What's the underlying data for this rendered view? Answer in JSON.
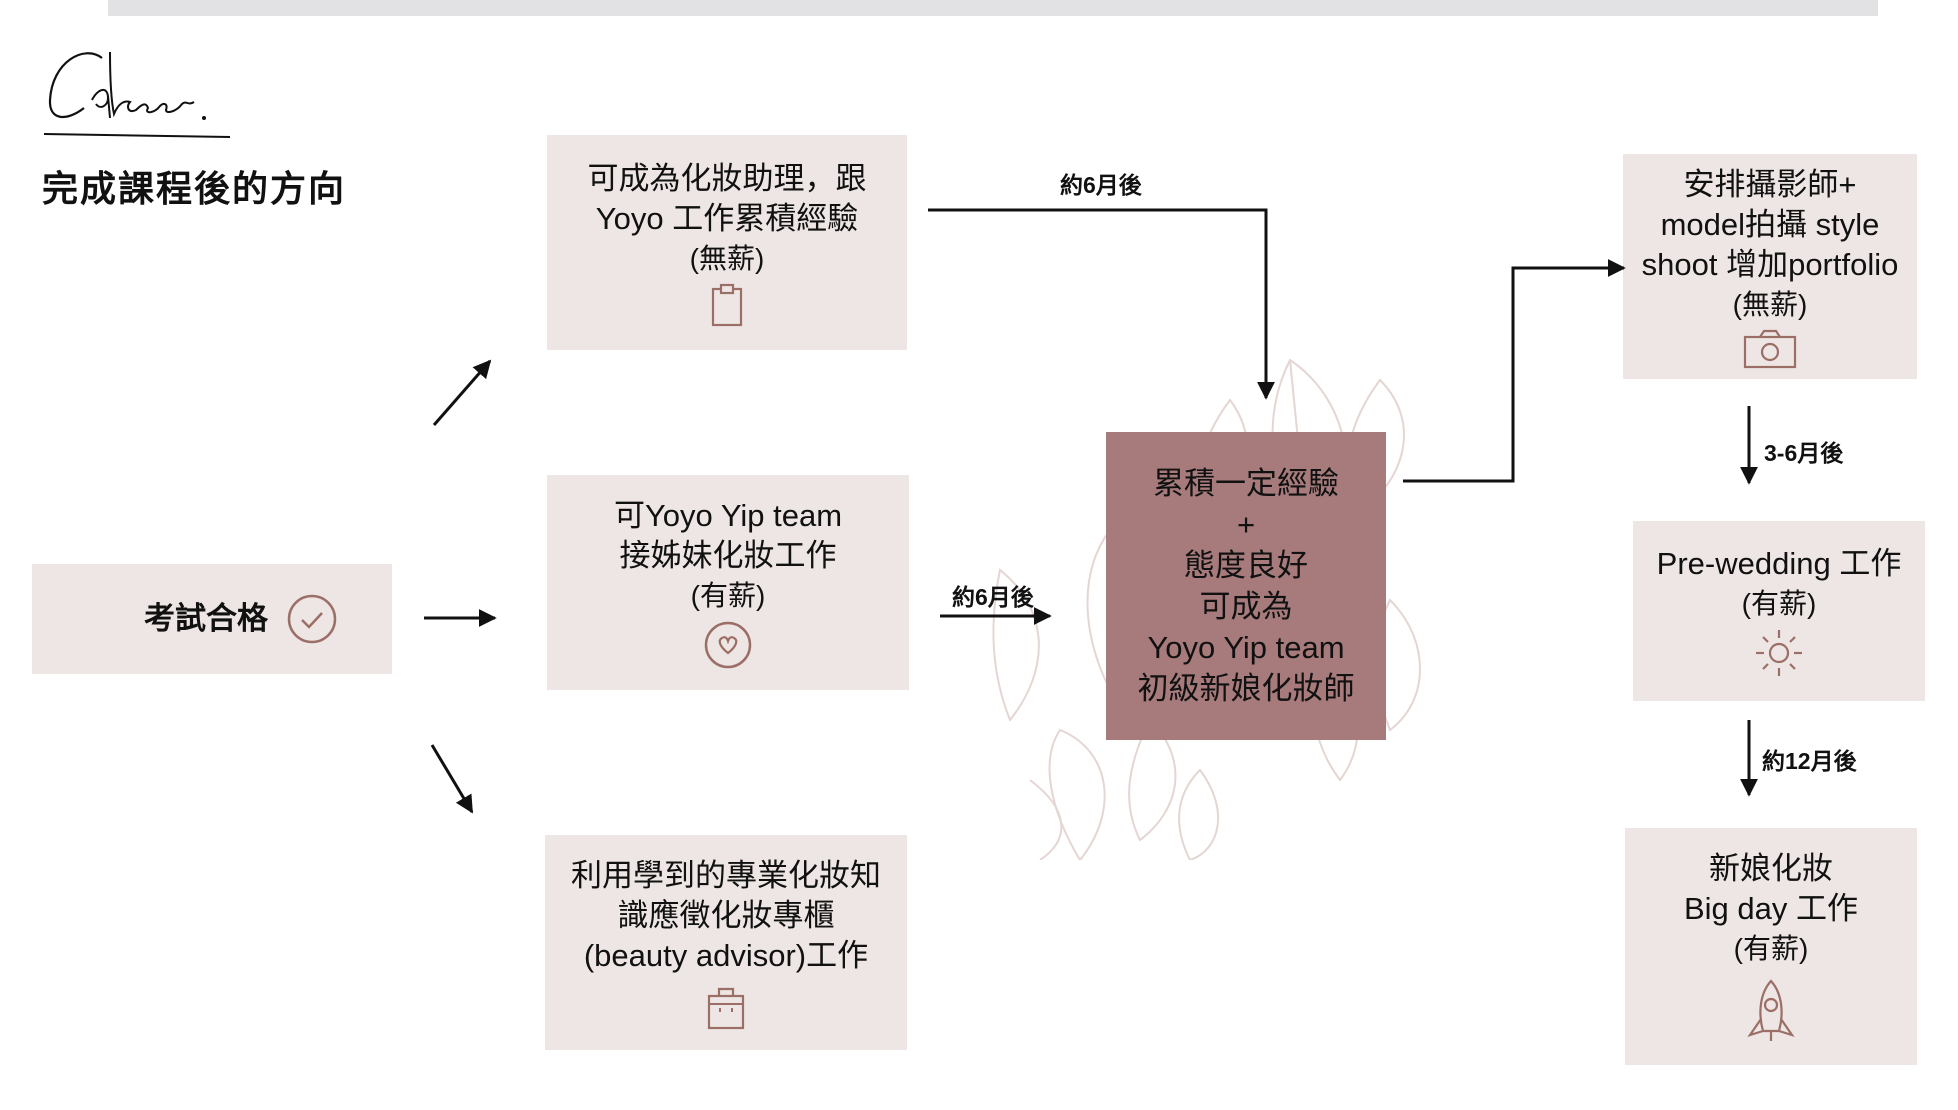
{
  "header": {
    "script_title": "Career.",
    "title": "完成課程後的方向"
  },
  "nodes": {
    "exam": {
      "label": "考試合格",
      "icon": "check-circle-icon"
    },
    "assistant": {
      "lines": [
        "可成為化妝助理，跟",
        "Yoyo 工作累積經驗",
        "(無薪)"
      ],
      "icon": "clipboard-icon"
    },
    "sister": {
      "lines": [
        "可Yoyo Yip team",
        "接姊妹化妝工作",
        "(有薪)"
      ],
      "icon": "heart-circle-icon"
    },
    "advisor": {
      "lines": [
        "利用學到的專業化妝知",
        "識應徵化妝專櫃",
        "(beauty advisor)工作"
      ],
      "icon": "shopping-bag-icon"
    },
    "junior": {
      "lines": [
        "累積一定經驗",
        "+",
        "態度良好",
        "可成為",
        "Yoyo Yip team",
        "初級新娘化妝師"
      ]
    },
    "portfolio": {
      "lines": [
        "安排攝影師+",
        "model拍攝 style",
        "shoot 增加portfolio",
        "(無薪)"
      ],
      "icon": "camera-icon"
    },
    "prewedding": {
      "lines": [
        "Pre-wedding 工作",
        "(有薪)"
      ],
      "icon": "sun-icon"
    },
    "bigday": {
      "lines": [
        "新娘化妝",
        "Big day 工作",
        "(有薪)"
      ],
      "icon": "rocket-icon"
    }
  },
  "edge_labels": {
    "assistant_to_junior": "約6月後",
    "sister_to_junior": "約6月後",
    "portfolio_to_prewedding": "3-6月後",
    "prewedding_to_bigday": "約12月後"
  },
  "colors": {
    "box": "#ede6e4",
    "highlight": "#a77b7c",
    "icon": "#9b6e66",
    "arrow": "#111111",
    "topbar": "#e2e2e4"
  }
}
